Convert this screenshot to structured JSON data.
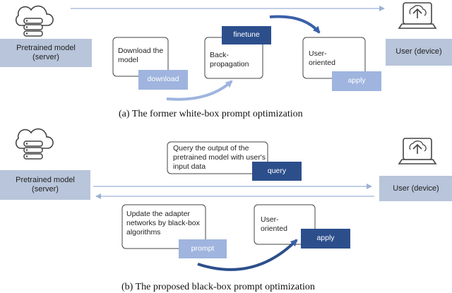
{
  "top": {
    "server_label": "Pretrained model (server)",
    "device_label": "User (device)",
    "step1_text": "Download the model",
    "step1_tag": "download",
    "step2_text": "Back-propagation",
    "step2_tag": "finetune",
    "step3_text": "User-oriented",
    "step3_tag": "apply",
    "caption": "(a) The former white-box prompt optimization"
  },
  "bottom": {
    "server_label": "Pretrained model (server)",
    "device_label": "User (device)",
    "query_text": "Query the output of the pretrained model with user's input data",
    "query_tag": "query",
    "update_text": "Update the adapter networks by black-box algorithms",
    "update_tag": "prompt",
    "user_text": "User-oriented",
    "user_tag": "apply",
    "caption": "(b) The proposed black-box prompt optimization"
  },
  "colors": {
    "panel": "#b8c5da",
    "light_tag": "#9fb4de",
    "dark_tag": "#2c4f8c",
    "arrow": "#3a60a8",
    "line": "#9cb0d6",
    "box_border": "#444444"
  },
  "icons": [
    "cloud-server-icon",
    "laptop-upload-icon"
  ]
}
